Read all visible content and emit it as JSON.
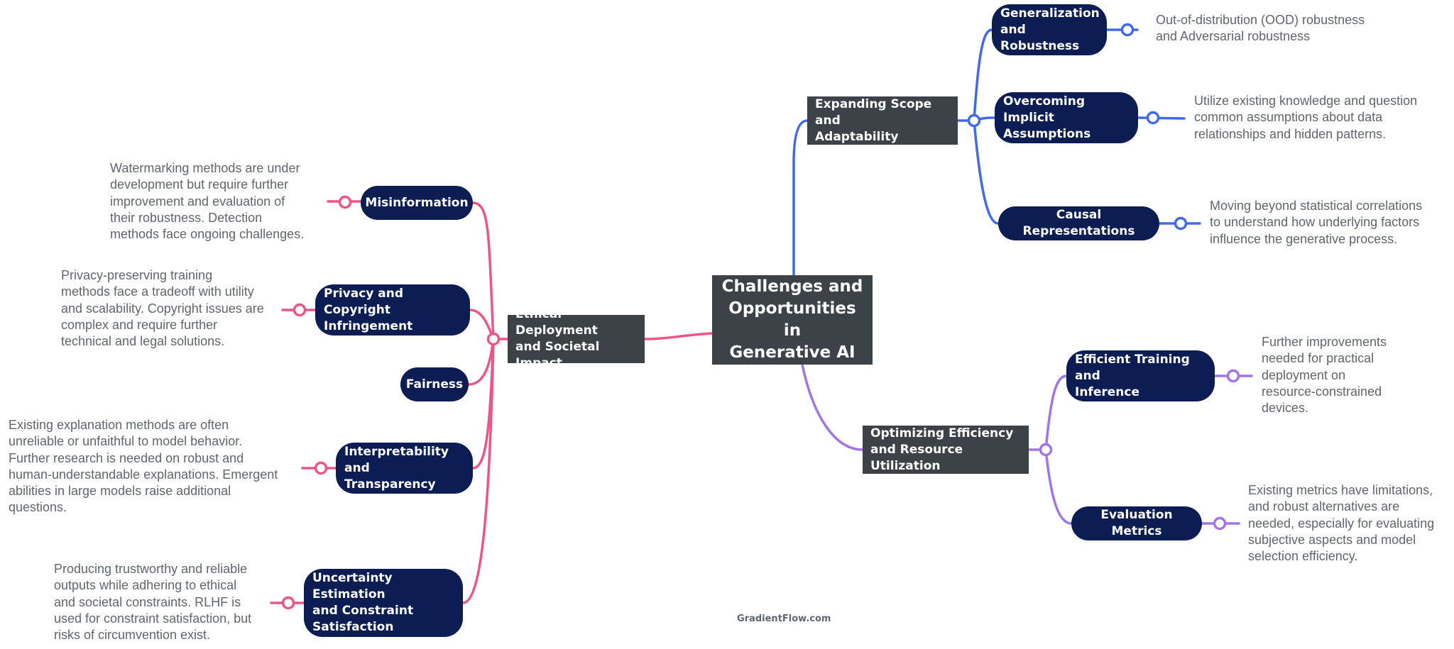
{
  "colors": {
    "top_branch": "#4169e8",
    "bottom_branch": "#a175e8",
    "left_branch": "#ec5585",
    "central_box": "#3d4249",
    "topic_pill": "#0b1d52",
    "description_text": "#5f6670"
  },
  "central_topic": {
    "line1": "Challenges and",
    "line2": "Opportunities in",
    "line3": "Generative AI"
  },
  "branches": {
    "expanding": {
      "title_line1": "Expanding Scope and",
      "title_line2": "Adaptability",
      "topics": [
        {
          "label_line1": "Generalization",
          "label_line2": "and Robustness",
          "desc": [
            "Out-of-distribution (OOD) robustness",
            "and Adversarial robustness"
          ]
        },
        {
          "label_line1": "Overcoming Implicit",
          "label_line2": "Assumptions",
          "desc": [
            "Utilize existing knowledge and question",
            "common assumptions about data",
            "relationships and hidden patterns."
          ]
        },
        {
          "label_line1": "Causal Representations",
          "desc": [
            "Moving beyond statistical correlations",
            "to understand how underlying factors",
            "influence the generative process."
          ]
        }
      ]
    },
    "optimizing": {
      "title_line1": "Optimizing Efficiency",
      "title_line2": "and Resource Utilization",
      "topics": [
        {
          "label_line1": "Efficient Training and",
          "label_line2": "Inference",
          "desc": [
            "Further improvements",
            "needed for practical",
            "deployment on",
            "resource-constrained",
            "devices."
          ]
        },
        {
          "label_line1": "Evaluation Metrics",
          "desc": [
            "Existing metrics have limitations,",
            "and robust alternatives are",
            "needed, especially for evaluating",
            "subjective aspects and model",
            "selection efficiency."
          ]
        }
      ]
    },
    "ethical": {
      "title_line1": "Ethical Deployment",
      "title_line2": "and Societal Impact",
      "topics": [
        {
          "label_line1": "Misinformation",
          "desc": [
            "Watermarking methods are under",
            "development but require further",
            "improvement and evaluation of",
            "their robustness. Detection",
            "methods face ongoing challenges."
          ]
        },
        {
          "label_line1": "Privacy and Copyright",
          "label_line2": "Infringement",
          "desc": [
            "Privacy-preserving training",
            "methods face a tradeoff with utility",
            "and scalability. Copyright issues are",
            "complex and require further",
            "technical and legal solutions."
          ]
        },
        {
          "label_line1": "Fairness"
        },
        {
          "label_line1": "Interpretability and",
          "label_line2": "Transparency",
          "desc": [
            "Existing explanation methods are often",
            "unreliable or unfaithful to model behavior.",
            "Further research is needed on robust and",
            "human-understandable explanations. Emergent",
            "abilities in large models raise additional",
            "questions."
          ]
        },
        {
          "label_line1": "Uncertainty Estimation",
          "label_line2": "and Constraint",
          "label_line3": "Satisfaction",
          "desc": [
            "Producing trustworthy and reliable",
            "outputs while adhering to ethical",
            "and societal constraints. RLHF is",
            "used for constraint satisfaction, but",
            "risks of circumvention exist."
          ]
        }
      ]
    }
  },
  "watermark": "GradientFlow.com"
}
